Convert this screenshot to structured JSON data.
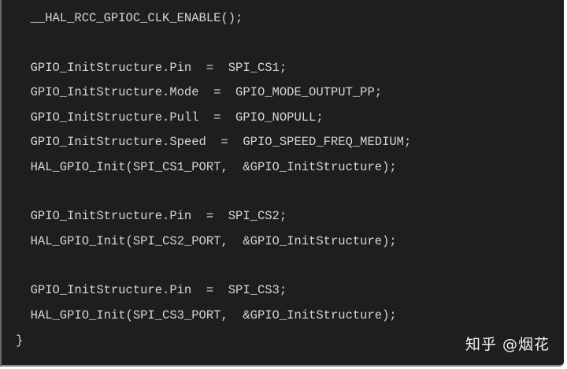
{
  "code_lines": [
    "  __HAL_RCC_GPIOC_CLK_ENABLE();",
    "",
    "  GPIO_InitStructure.Pin  =  SPI_CS1;",
    "  GPIO_InitStructure.Mode  =  GPIO_MODE_OUTPUT_PP;",
    "  GPIO_InitStructure.Pull  =  GPIO_NOPULL;",
    "  GPIO_InitStructure.Speed  =  GPIO_SPEED_FREQ_MEDIUM;",
    "  HAL_GPIO_Init(SPI_CS1_PORT,  &GPIO_InitStructure);",
    "",
    "  GPIO_InitStructure.Pin  =  SPI_CS2;",
    "  HAL_GPIO_Init(SPI_CS2_PORT,  &GPIO_InitStructure);",
    "",
    "  GPIO_InitStructure.Pin  =  SPI_CS3;",
    "  HAL_GPIO_Init(SPI_CS3_PORT,  &GPIO_InitStructure);",
    "}"
  ],
  "watermark": "知乎 @烟花"
}
